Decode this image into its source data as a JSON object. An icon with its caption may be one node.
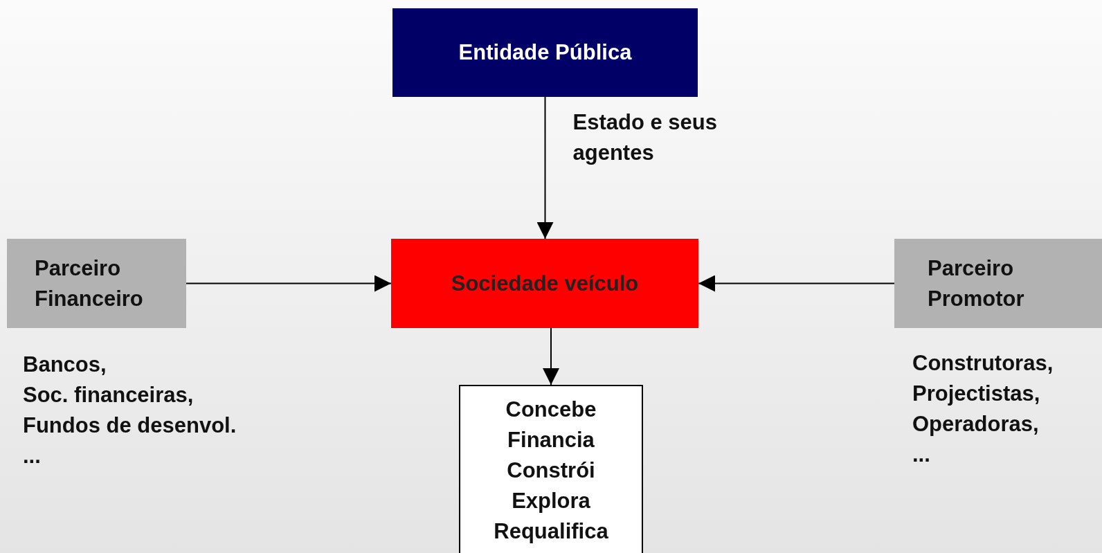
{
  "diagram": {
    "nodes": [
      {
        "text": [
          "Entidade Pública"
        ]
      },
      {
        "text": [
          "Sociedade veículo"
        ]
      },
      {
        "text": [
          "Parceiro Financeiro"
        ],
        "beside": [
          "Bancos,",
          "Soc. financeiras,",
          "Fundos de desenvol.",
          "..."
        ]
      },
      {
        "text": [
          "Parceiro Promotor"
        ],
        "beside": [
          "Construtoras,",
          "Projectistas,",
          "Operadoras,",
          "..."
        ]
      },
      {
        "text": [
          "Concebe",
          "Financia",
          "Constrói",
          "Explora",
          "Requalifica"
        ]
      }
    ],
    "edges": [
      {
        "from": 0,
        "to": 1,
        "arrow": "to",
        "label": "Estado e seus agentes"
      },
      {
        "from": 2,
        "to": 1,
        "arrow": "to"
      },
      {
        "from": 3,
        "to": 1,
        "arrow": "to"
      },
      {
        "from": 1,
        "to": 4,
        "arrow": "to"
      }
    ]
  }
}
